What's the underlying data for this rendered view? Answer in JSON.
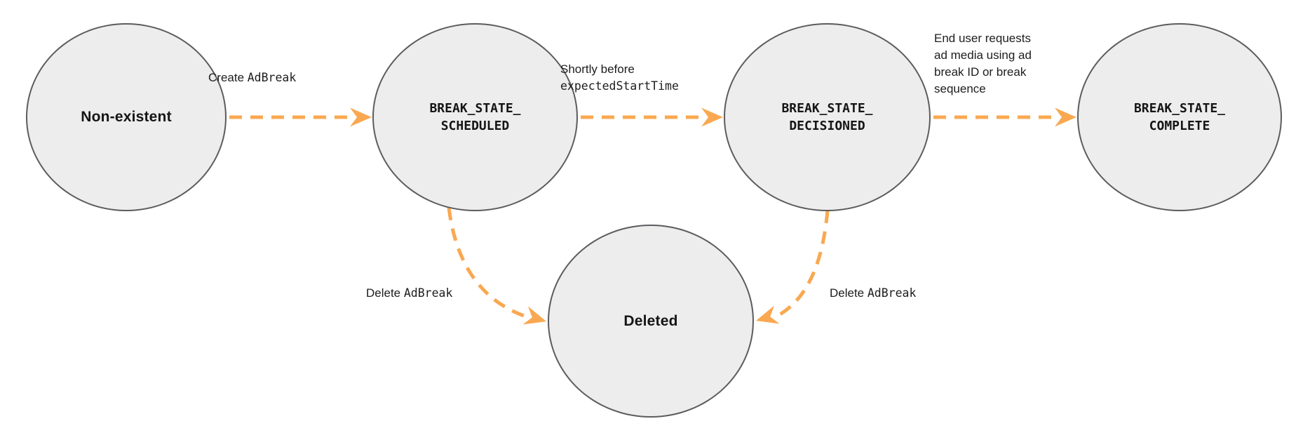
{
  "colors": {
    "arrow_orange": "#F9A851",
    "node_fill": "#EDEDED",
    "node_border": "#5C5C60",
    "text": "#1D1D1F",
    "background": "#FFFFFF"
  },
  "nodes": {
    "non_existent": {
      "label": "Non-existent"
    },
    "scheduled": {
      "line1": "BREAK_STATE_",
      "line2": "SCHEDULED"
    },
    "decisioned": {
      "line1": "BREAK_STATE_",
      "line2": "DECISIONED"
    },
    "complete": {
      "line1": "BREAK_STATE_",
      "line2": "COMPLETE"
    },
    "deleted": {
      "label": "Deleted"
    }
  },
  "edges": {
    "create": {
      "prefix": "Create ",
      "code": "AdBreak"
    },
    "decision": {
      "line1": "Shortly before",
      "code": "expectedStartTime"
    },
    "complete": {
      "lines": [
        "End user requests",
        "ad media using ad",
        "break ID or break",
        "sequence"
      ]
    },
    "delete_left": {
      "prefix": "Delete ",
      "code": "AdBreak"
    },
    "delete_right": {
      "prefix": "Delete ",
      "code": "AdBreak"
    }
  }
}
